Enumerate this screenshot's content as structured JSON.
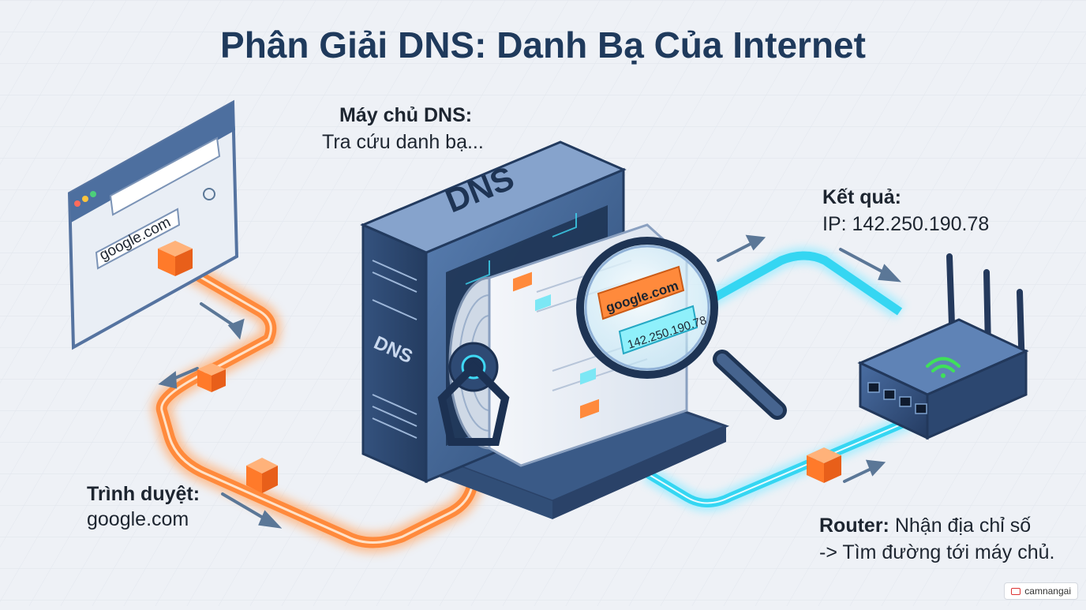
{
  "title": "Phân Giải DNS: Danh Bạ Của Internet",
  "browser": {
    "label_bold": "Trình duyệt:",
    "label_text": "google.com",
    "address": "google.com"
  },
  "server": {
    "label_bold": "Máy chủ DNS:",
    "label_text": "Tra cứu danh bạ...",
    "top_text": "DNS",
    "side_text": "DNS",
    "lookup_domain": "google.com",
    "lookup_ip": "142.250.190.78"
  },
  "result": {
    "label_bold": "Kết quả:",
    "label_text": "IP: 142.250.190.78"
  },
  "router": {
    "label_bold": "Router:",
    "label_rest": " Nhận địa chỉ số",
    "label_line2": "-> Tìm đường tới máy chủ."
  },
  "watermark": "camnangai",
  "colors": {
    "orange_path": "#ff8a3c",
    "cyan_path": "#35d6f2",
    "title": "#1f3a5c",
    "server_body": "#3d5f8f"
  }
}
